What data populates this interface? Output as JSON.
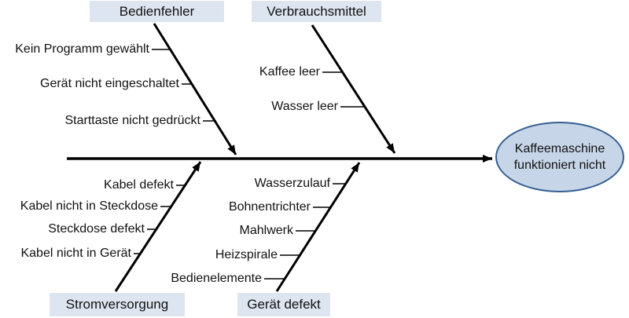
{
  "diagram": {
    "type": "ishikawa-fishbone",
    "effect": "Kaffeemaschine funktioniert nicht",
    "branches": [
      {
        "category": "Bedienfehler",
        "position": "top",
        "causes": [
          "Kein Programm gewählt",
          "Gerät nicht eingeschaltet",
          "Starttaste nicht gedrückt"
        ]
      },
      {
        "category": "Verbrauchsmittel",
        "position": "top",
        "causes": [
          "Kaffee leer",
          "Wasser leer"
        ]
      },
      {
        "category": "Stromversorgung",
        "position": "bottom",
        "causes": [
          "Kabel defekt",
          "Kabel nicht in Steckdose",
          "Steckdose defekt",
          "Kabel nicht in Gerät"
        ]
      },
      {
        "category": "Gerät defekt",
        "position": "bottom",
        "causes": [
          "Wasserzulauf",
          "Bohnentrichter",
          "Mahlwerk",
          "Heizspirale",
          "Bedienelemente"
        ]
      }
    ],
    "colors": {
      "category_bg": "#dde5f0",
      "effect_fill": "#c7d5e8",
      "effect_border": "#365f91",
      "line": "#000000",
      "text": "#111111",
      "background": "#ffffff"
    }
  }
}
